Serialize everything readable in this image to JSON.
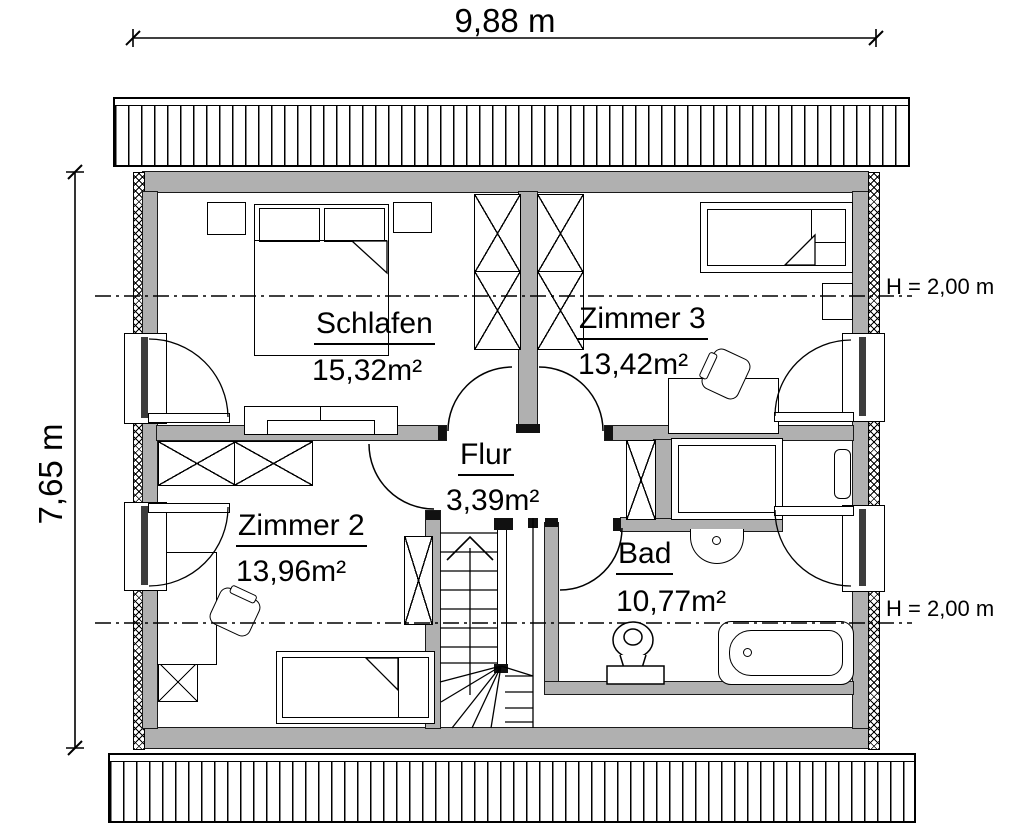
{
  "dimensions": {
    "width_label": "9,88 m",
    "height_label": "7,65 m"
  },
  "height_markers": {
    "upper": "H = 2,00 m",
    "lower": "H = 2,00 m"
  },
  "rooms": [
    {
      "name": "Schlafen",
      "area": "15,32m²"
    },
    {
      "name": "Zimmer 3",
      "area": "13,42m²"
    },
    {
      "name": "Flur",
      "area": "3,39m²"
    },
    {
      "name": "Zimmer 2",
      "area": "13,96m²"
    },
    {
      "name": "Bad",
      "area": "10,77m²"
    }
  ],
  "colors": {
    "wall_fill": "#b0b0b0",
    "line": "#000000",
    "glazing": "#3c3c3c",
    "paper": "#ffffff"
  },
  "fixtures": [
    "double-bed",
    "single-bed",
    "nightstand",
    "dresser",
    "wardrobe",
    "installation-shaft",
    "desk",
    "office-chair",
    "staircase",
    "shower",
    "washbasin",
    "toilet",
    "bathtub",
    "towel-radiator",
    "window",
    "door",
    "roof-overhang"
  ]
}
